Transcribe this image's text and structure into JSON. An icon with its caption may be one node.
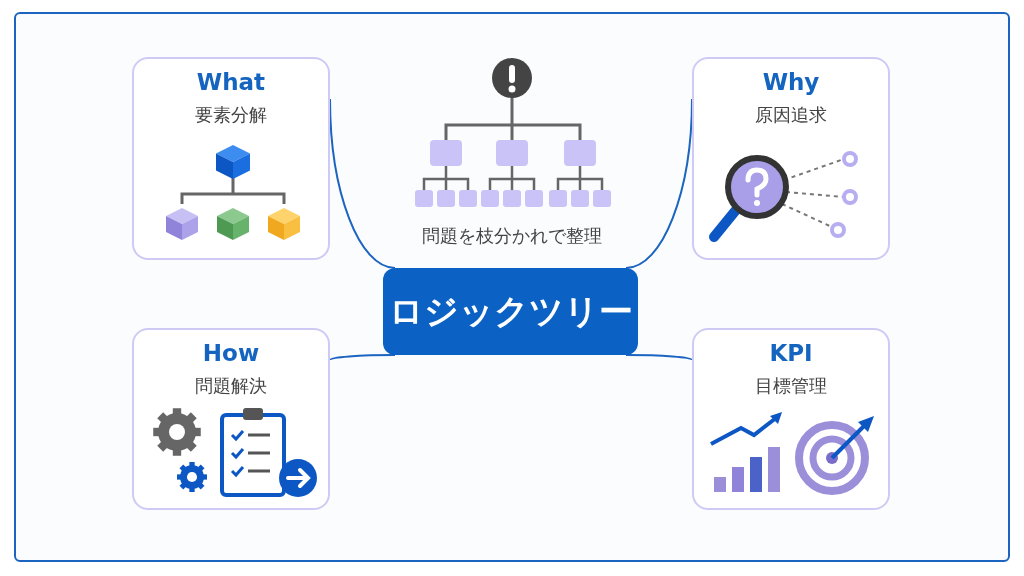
{
  "diagram": {
    "nodes": [
      {
        "text": [
          "What",
          "要素分解"
        ]
      },
      {
        "text": [
          "Why",
          "原因追求"
        ]
      },
      {
        "text": [
          "ロジックツリー"
        ]
      },
      {
        "text": [
          "How",
          "問題解決"
        ]
      },
      {
        "text": [
          "KPI",
          "目標管理"
        ]
      }
    ],
    "edges": [
      {
        "from": 2,
        "to": 0,
        "arrow": "none"
      },
      {
        "from": 2,
        "to": 1,
        "arrow": "none"
      },
      {
        "from": 2,
        "to": 3,
        "arrow": "none"
      },
      {
        "from": 2,
        "to": 4,
        "arrow": "none"
      }
    ],
    "labels": [
      "問題を枝分かれで整理"
    ]
  }
}
